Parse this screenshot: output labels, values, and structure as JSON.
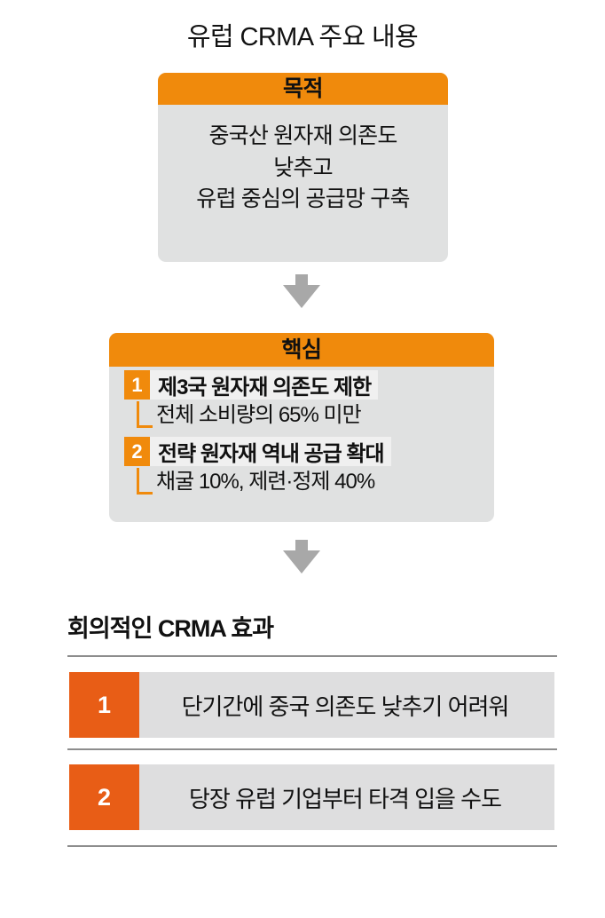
{
  "title": "유럽 CRMA 주요 내용",
  "colors": {
    "accent_orange": "#f08a0c",
    "deep_orange": "#e85d16",
    "panel_gray": "#e0e1e1",
    "row_gray": "#dededf",
    "arrow_gray": "#a8a8a8",
    "rule_gray": "#8d8d8d"
  },
  "purpose": {
    "header": "목적",
    "lines": [
      "중국산 원자재 의존도",
      "낮추고",
      "유럽 중심의 공급망 구축"
    ]
  },
  "arrows": {
    "first": "down-arrow",
    "second": "down-arrow"
  },
  "core": {
    "header": "핵심",
    "items": [
      {
        "number": "1",
        "text": "제3국 원자재 의존도 제한",
        "sub": "전체 소비량의 65% 미만"
      },
      {
        "number": "2",
        "text": "전략 원자재 역내 공급 확대",
        "sub": "채굴 10%, 제련·정제 40%"
      }
    ]
  },
  "effects": {
    "heading": "회의적인 CRMA 효과",
    "rows": [
      {
        "number": "1",
        "text": "단기간에 중국 의존도 낮추기 어려워"
      },
      {
        "number": "2",
        "text": "당장 유럽 기업부터 타격 입을 수도"
      }
    ]
  }
}
